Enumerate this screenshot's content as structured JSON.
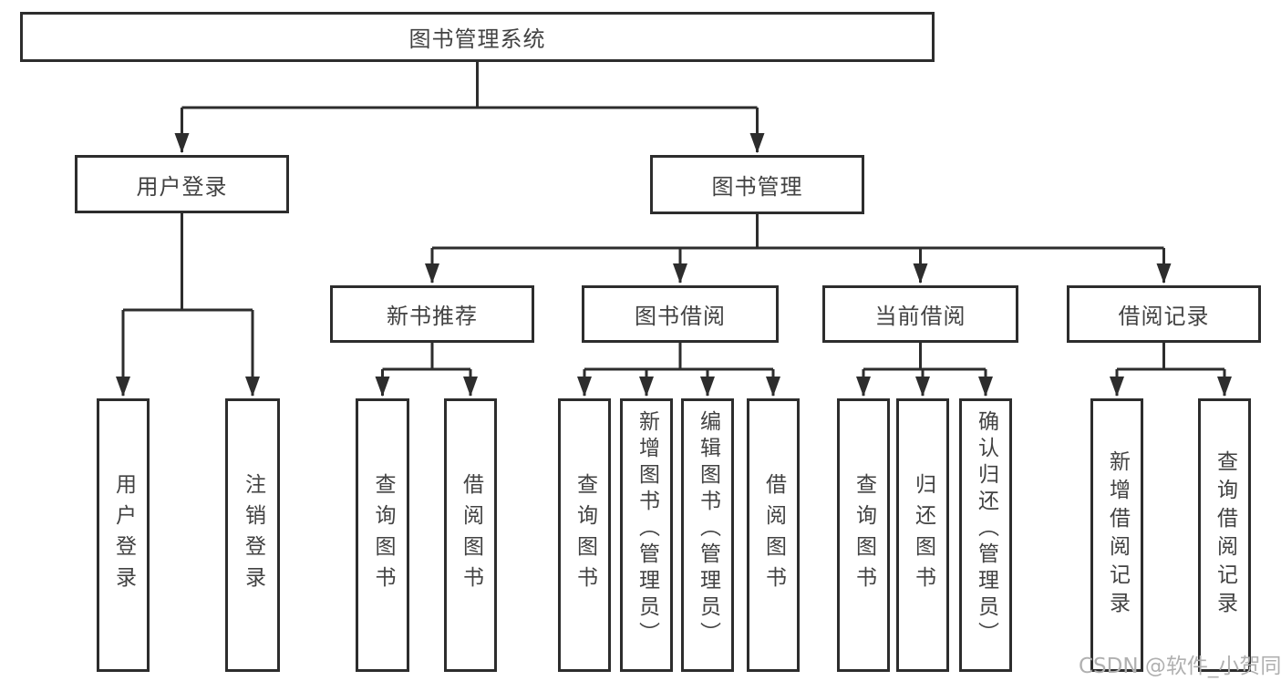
{
  "diagram": {
    "root": {
      "label": "图书管理系统"
    },
    "branches": [
      {
        "label": "用户登录",
        "children": [
          {
            "label": "用户登录"
          },
          {
            "label": "注销登录"
          }
        ]
      },
      {
        "label": "图书管理",
        "children": [
          {
            "label": "新书推荐",
            "children": [
              {
                "label": "查询图书"
              },
              {
                "label": "借阅图书"
              }
            ]
          },
          {
            "label": "图书借阅",
            "children": [
              {
                "label": "查询图书"
              },
              {
                "label": "新增图书（管理员）"
              },
              {
                "label": "编辑图书（管理员）"
              },
              {
                "label": "借阅图书"
              }
            ]
          },
          {
            "label": "当前借阅",
            "children": [
              {
                "label": "查询图书"
              },
              {
                "label": "归还图书"
              },
              {
                "label": "确认归还（管理员）"
              }
            ]
          },
          {
            "label": "借阅记录",
            "children": [
              {
                "label": "新增借阅记录"
              },
              {
                "label": "查询借阅记录"
              }
            ]
          }
        ]
      }
    ]
  },
  "watermark": {
    "text": "CSDN @软件_小贺同学"
  },
  "colors": {
    "line": "#2d2d2d",
    "box_border": "#2d2d2d",
    "text": "#424242",
    "watermark": "#b0b0b0",
    "background": "#ffffff"
  }
}
